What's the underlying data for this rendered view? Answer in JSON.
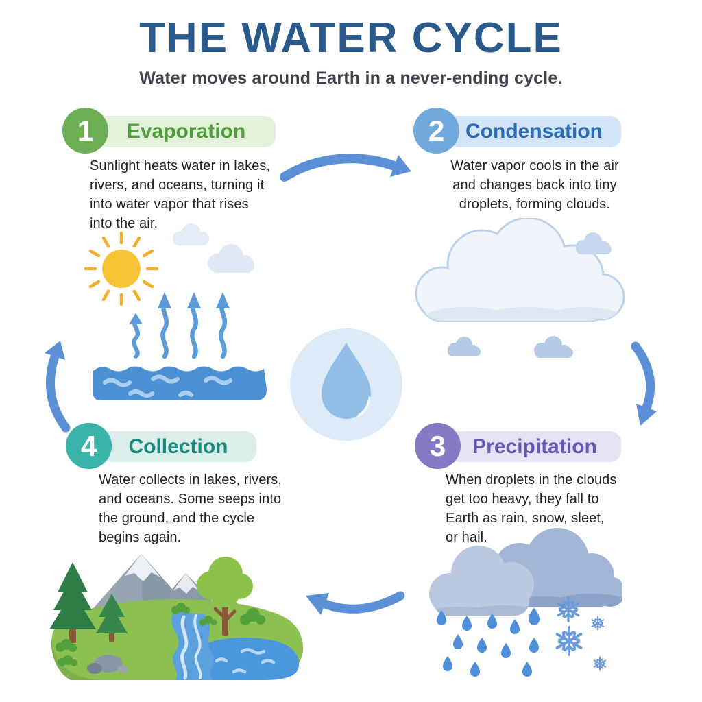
{
  "header": {
    "title": "THE WATER CYCLE",
    "subtitle": "Water moves around Earth in a never-ending cycle."
  },
  "sections": [
    {
      "number": "1",
      "label": "Evaporation",
      "description": "Sunlight heats water in lakes,\nrivers, and oceans, turning it\ninto water vapor that rises\ninto the air.",
      "accent_color": "#4f9d3b",
      "badge_color": "#6cae53",
      "pill_bg": "#e3f0da"
    },
    {
      "number": "2",
      "label": "Condensation",
      "description": "Water vapor cools in the air\nand changes back into tiny\ndroplets, forming clouds.",
      "accent_color": "#2b6cb8",
      "badge_color": "#70a9db",
      "pill_bg": "#d2e4f6"
    },
    {
      "number": "3",
      "label": "Precipitation",
      "description": "When droplets in the clouds\nget too heavy, they fall to\nEarth as rain, snow, sleet,\nor hail.",
      "accent_color": "#6657b2",
      "badge_color": "#8379c5",
      "pill_bg": "#e5e2f4"
    },
    {
      "number": "4",
      "label": "Collection",
      "description": "Water collects in lakes, rivers,\nand oceans. Some seeps into\nthe ground, and the cycle\nbegins again.",
      "accent_color": "#17897f",
      "badge_color": "#3cb3a9",
      "pill_bg": "#dceeea"
    }
  ],
  "palette": {
    "title_color": "#2a5a8c",
    "subtitle_color": "#3d434e",
    "body_text": "#1f2126",
    "arrow_blue": "#5b8fd6",
    "sun_yellow": "#f8c237",
    "water_blue": "#4a90d2",
    "droplet_blue": "#92bde5",
    "rain_cloud_light": "#bac8e0",
    "rain_cloud_dark": "#a3b6d5",
    "grass_green": "#8cc152",
    "mountain_gray": "#97a5b3"
  }
}
